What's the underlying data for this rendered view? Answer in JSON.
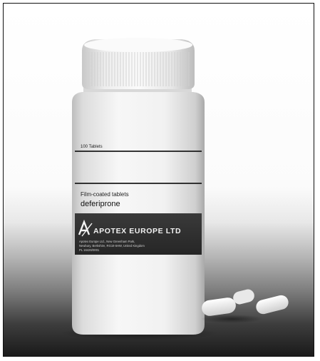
{
  "bottle": {
    "count_text": "100 Tablets",
    "description": "Film-coated tablets",
    "drug_name": "deferiprone",
    "brand": "APOTEX EUROPE LTD",
    "address_lines": [
      "Apotex Europe Ltd., New Greenham Park,",
      "Newbury, Berkshire, RG19 6HW, United Kingdom",
      "PL 16426/0001"
    ]
  },
  "colors": {
    "bottle": "#f1f1f1",
    "cap": "#f4f4f4",
    "label_band": "#2f2f2f",
    "background_dark": "#1a1a1a"
  }
}
